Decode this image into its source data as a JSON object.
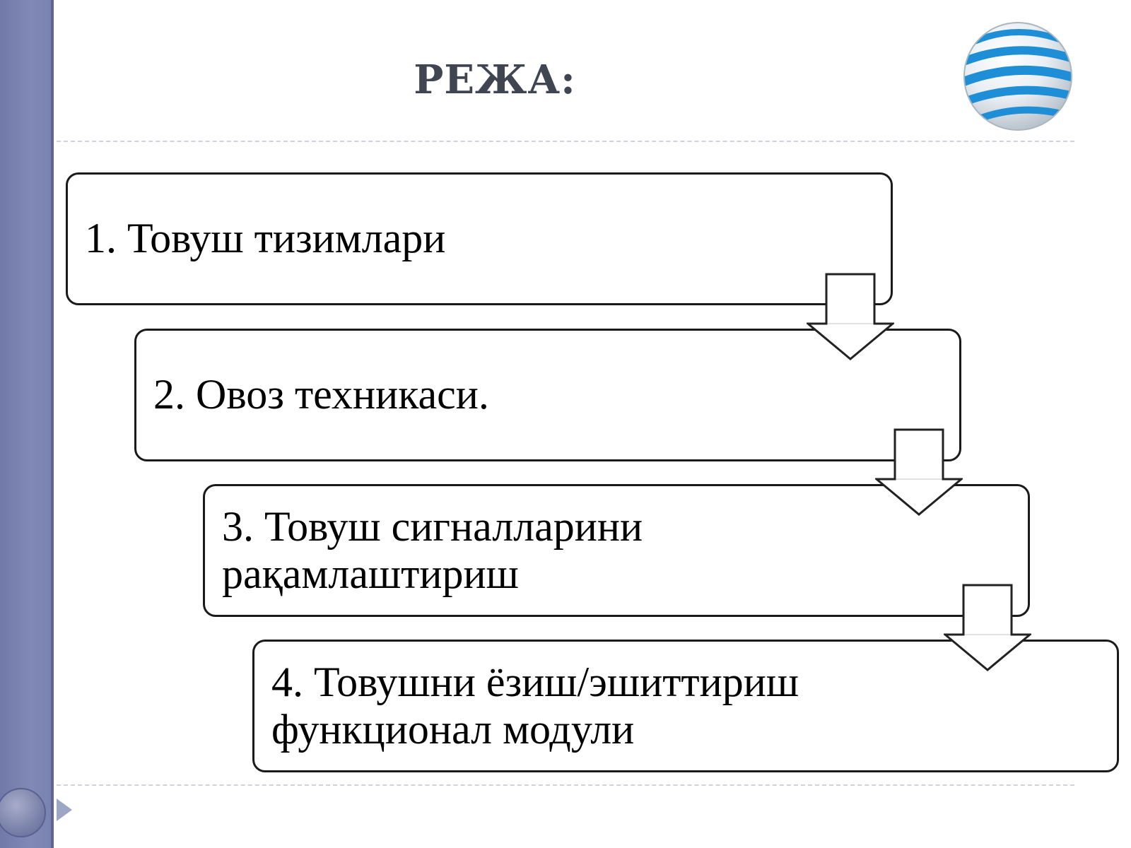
{
  "slide": {
    "title": "РЕЖА:"
  },
  "steps": [
    {
      "label": "1. Товуш тизимлари"
    },
    {
      "label": "2. Овоз техникаси."
    },
    {
      "label": "3. Товуш сигналларини\nрақамлаштириш"
    },
    {
      "label": "4. Товушни ёзиш/эшиттириш\nфункционал модули"
    }
  ],
  "colors": {
    "sidebar": "#7a82b0",
    "title": "#404552",
    "globe_blue": "#1e8fd6",
    "box_border": "#1a1a1a"
  },
  "icons": {
    "logo": "striped-globe-icon",
    "arrow": "down-arrow-icon",
    "nav_back": "circle-button-icon",
    "nav_play": "play-triangle-icon"
  }
}
